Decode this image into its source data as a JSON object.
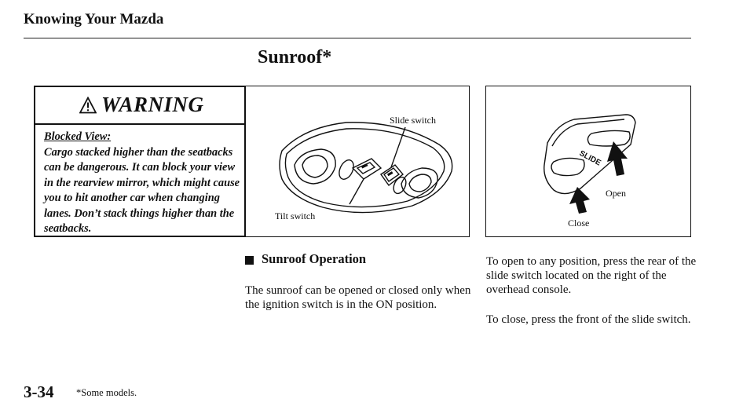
{
  "header": {
    "title": "Knowing Your Mazda"
  },
  "page_title": "Sunroof*",
  "warning": {
    "icon": "warning-triangle-icon",
    "title": "WARNING",
    "subtitle": "Blocked View:",
    "body": "Cargo stacked higher than the seatbacks can be dangerous. It can block your view in the rearview mirror, which might cause you to hit another car when changing lanes. Don’t stack things higher than the seatbacks."
  },
  "figure_left": {
    "slide_label": "Slide switch",
    "tilt_label": "Tilt switch"
  },
  "figure_right": {
    "switch_text": "SLIDE",
    "open_label": "Open",
    "close_label": "Close"
  },
  "section": {
    "heading": "Sunroof Operation",
    "left_paragraph": "The sunroof can be opened or closed only when the ignition switch is in the ON position.",
    "right_paragraph_1": "To open to any position, press the rear of the slide switch located on the right of the overhead console.",
    "right_paragraph_2": "To close, press the front of the slide switch."
  },
  "footer": {
    "page_number": "3-34",
    "footnote": "*Some models."
  }
}
